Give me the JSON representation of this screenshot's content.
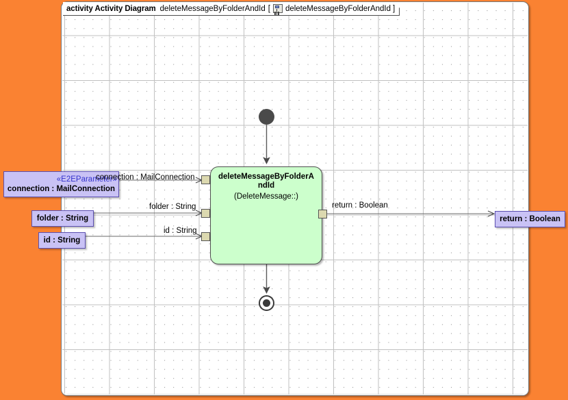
{
  "header": {
    "keyword": "activity Activity Diagram",
    "diagram_name": "deleteMessageByFolderAndId",
    "bracket_open": "[",
    "icon": "activity-diagram-icon",
    "qualified_name": "deleteMessageByFolderAndId",
    "bracket_close": "]"
  },
  "activity": {
    "name": "deleteMessageByFolderAndId",
    "qualifier": "(DeleteMessage::)",
    "fill_color": "#CCFFCC",
    "border_color": "#4F4F4F"
  },
  "nodes": {
    "initial": "initial-node",
    "final": "activity-final-node"
  },
  "parameters": {
    "inputs": [
      {
        "stereotype": "«E2EParameter»",
        "label": "connection : MailConnection",
        "edge_label": "connection : MailConnection",
        "pin": "input-pin-connection"
      },
      {
        "stereotype": "",
        "label": "folder : String",
        "edge_label": "folder : String",
        "pin": "input-pin-folder"
      },
      {
        "stereotype": "",
        "label": "id : String",
        "edge_label": "id : String",
        "pin": "input-pin-id"
      }
    ],
    "outputs": [
      {
        "stereotype": "",
        "label": "return : Boolean",
        "edge_label": "return : Boolean",
        "pin": "output-pin-return"
      }
    ]
  },
  "colors": {
    "background": "#FA8232",
    "canvas": "#FFFFFF",
    "parameter_fill": "#C9C2F5",
    "parameter_border": "#5B4FB0",
    "stereotype_text": "#3333CC",
    "pin_fill": "#DCD9B0",
    "node_fill": "#CCFFCC"
  }
}
